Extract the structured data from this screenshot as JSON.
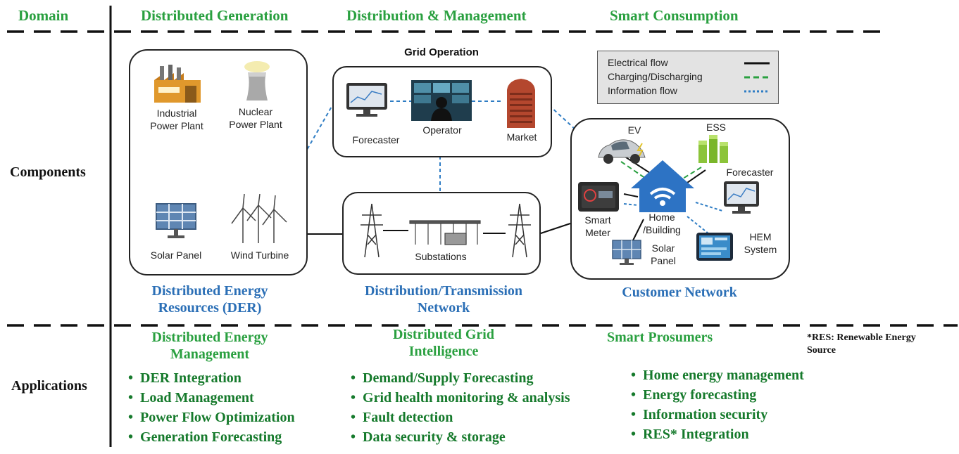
{
  "header": {
    "domain": "Domain",
    "generation": "Distributed Generation",
    "distribution": "Distribution & Management",
    "consumption": "Smart Consumption"
  },
  "rows": {
    "components": "Components",
    "applications": "Applications"
  },
  "der_box": {
    "industrial": [
      "Industrial",
      "Power Plant"
    ],
    "nuclear": [
      "Nuclear",
      "Power Plant"
    ],
    "solar": "Solar Panel",
    "wind": "Wind Turbine",
    "title": [
      "Distributed Energy",
      "Resources (DER)"
    ]
  },
  "grid_box": {
    "title": "Grid Operation",
    "forecaster": "Forecaster",
    "operator": "Operator",
    "market": "Market"
  },
  "network_box": {
    "substations": "Substations",
    "title": [
      "Distribution/Transmission",
      "Network"
    ]
  },
  "customer_box": {
    "ev": "EV",
    "ess": "ESS",
    "forecaster": "Forecaster",
    "smart_meter": [
      "Smart",
      "Meter"
    ],
    "home": [
      "Home",
      "/Building"
    ],
    "hem": [
      "HEM",
      "System"
    ],
    "solar": [
      "Solar",
      "Panel"
    ],
    "title": "Customer Network"
  },
  "legend": {
    "electrical": "Electrical flow",
    "charging": "Charging/Discharging",
    "information": "Information flow"
  },
  "apps": {
    "der": {
      "title": [
        "Distributed Energy",
        "Management"
      ],
      "items": [
        "DER Integration",
        "Load Management",
        "Power Flow Optimization",
        "Generation Forecasting"
      ]
    },
    "grid": {
      "title": [
        "Distributed Grid",
        "Intelligence"
      ],
      "items": [
        "Demand/Supply Forecasting",
        "Grid health monitoring & analysis",
        "Fault detection",
        "Data security & storage"
      ]
    },
    "prosumers": {
      "title": "Smart Prosumers",
      "items": [
        "Home energy management",
        "Energy forecasting",
        "Information security",
        "RES* Integration"
      ]
    },
    "note": [
      "*RES: Renewable Energy",
      "Source"
    ]
  },
  "colors": {
    "header_green": "#2aa040",
    "bullet_green": "#167a2c",
    "title_blue": "#2b6fb6",
    "info_flow": "#2f7dc4",
    "charge_flow": "#2aa040"
  }
}
